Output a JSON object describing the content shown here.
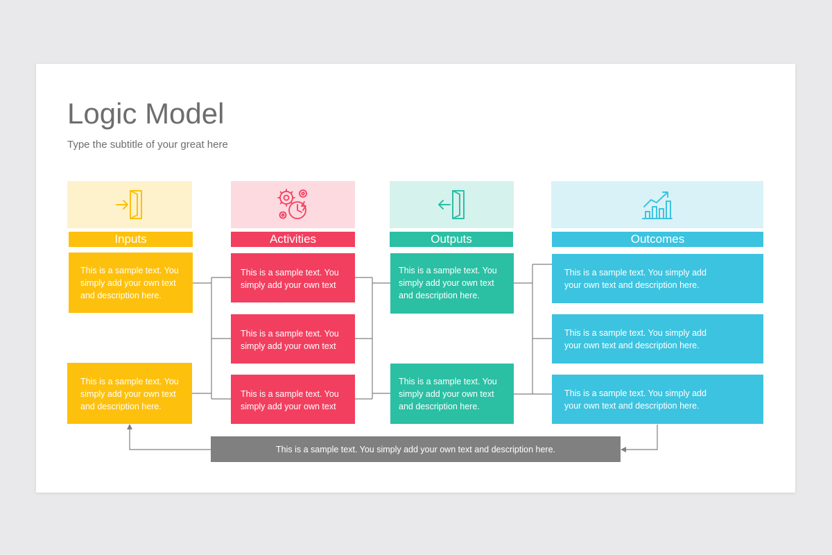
{
  "slide": {
    "title": "Logic Model",
    "subtitle": "Type the subtitle of your great here"
  },
  "columns": [
    {
      "label": "Inputs",
      "icon": "enter-door-icon",
      "color": "#fdc00d",
      "tint": "#fdf2cc"
    },
    {
      "label": "Activities",
      "icon": "gears-clock-icon",
      "color": "#f23f5f",
      "tint": "#fddae0"
    },
    {
      "label": "Outputs",
      "icon": "exit-door-icon",
      "color": "#2bbfa4",
      "tint": "#d6f2ed"
    },
    {
      "label": "Outcomes",
      "icon": "growth-chart-icon",
      "color": "#3cc3e0",
      "tint": "#d9f2f8"
    }
  ],
  "boxes": {
    "inputs": [
      "This is a sample text. You simply add your own text and description here.",
      "This is a sample text. You simply add your own text and description here."
    ],
    "activities": [
      "This is a sample text. You simply add your own text",
      "This is a sample text. You simply add your own text",
      "This is a sample text. You simply add your own text"
    ],
    "outputs": [
      "This is a sample text. You simply add your own text and description here.",
      "This is a sample text. You simply add your own text and description here."
    ],
    "outcomes": [
      "This is a sample text. You simply add your own text and description here.",
      "This is a sample text. You simply add your own text and description here.",
      "This is a sample text. You simply add your own text and description here."
    ]
  },
  "feedback": {
    "text": "This is a sample text. You simply add your own text and description here."
  },
  "connector_color": "#7f7f7f"
}
